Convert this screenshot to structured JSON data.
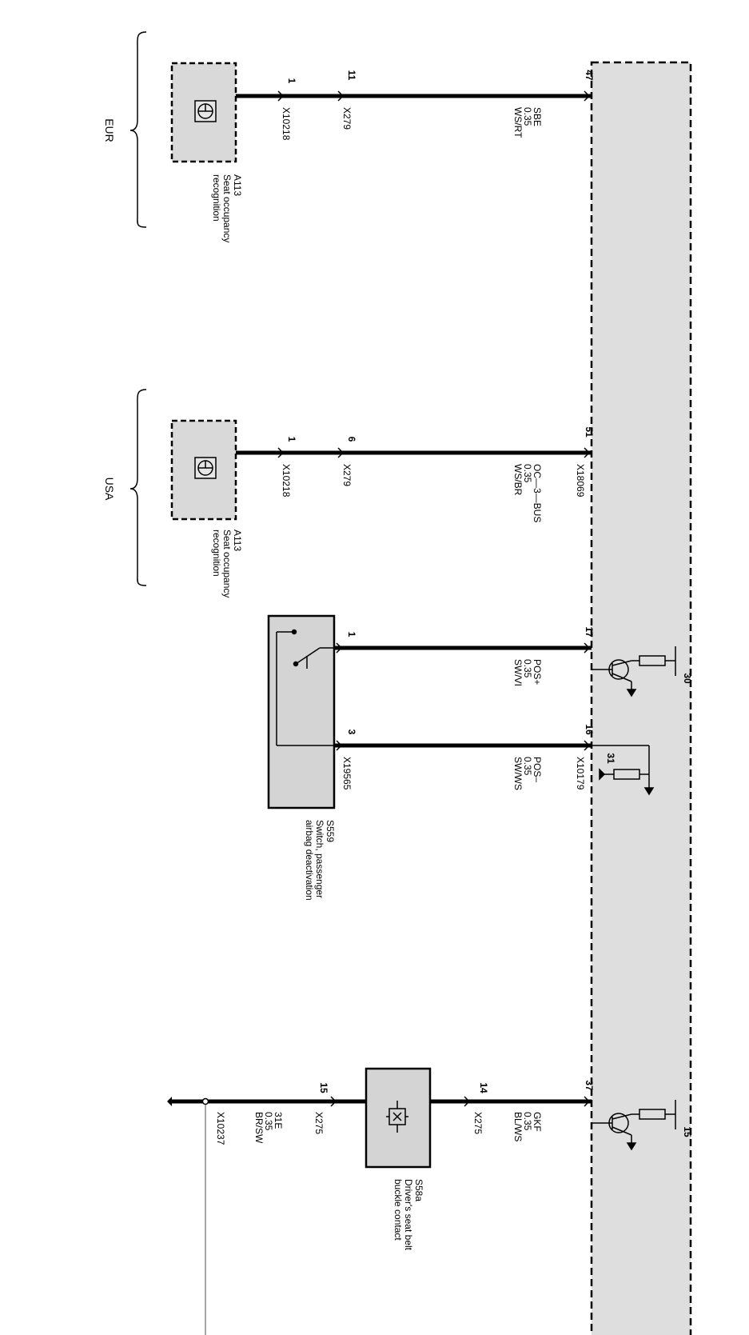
{
  "regions": [
    {
      "id": "eur",
      "label": "EUR"
    },
    {
      "id": "usa",
      "label": "USA"
    }
  ],
  "components": {
    "a113_eur": {
      "code": "A113",
      "desc_line1": "Seat occupancy",
      "desc_line2": "recognition"
    },
    "a113_usa": {
      "code": "A113",
      "desc_line1": "Seat occupancy",
      "desc_line2": "recognition"
    },
    "s559": {
      "code": "S559",
      "desc_line1": "Switch, passenger",
      "desc_line2": "airbag deactivation"
    },
    "s58a": {
      "code": "S58a",
      "desc_line1": "Driver's seat belt",
      "desc_line2": "buckle contact"
    }
  },
  "wires": {
    "w47": {
      "module_pin": "47",
      "signal": "SBE",
      "gauge": "0.35",
      "color": "WS/RT",
      "c1_pin": "11",
      "c1_name": "X279",
      "c2_pin": "1",
      "c2_name": "X10218"
    },
    "w51": {
      "module_pin": "51",
      "connector": "X18069",
      "signal": "OC—3—BUS",
      "gauge": "0.35",
      "color": "WS/BR",
      "c1_pin": "6",
      "c1_name": "X279",
      "c2_pin": "1",
      "c2_name": "X10218"
    },
    "w17": {
      "module_pin": "17",
      "signal": "POS+",
      "gauge": "0.35",
      "color": "SW/VI",
      "comp_pin": "1",
      "supply": "30"
    },
    "w16": {
      "module_pin": "16",
      "connector": "X10179",
      "signal": "POS–",
      "gauge": "0.35",
      "color": "SW/WS",
      "comp_pin": "3",
      "comp_conn": "X19565",
      "supply": "31"
    },
    "w37": {
      "module_pin": "37",
      "signal": "GKF",
      "gauge": "0.35",
      "color": "BL/WS",
      "c1_pin": "14",
      "c1_name": "X275",
      "supply": "15"
    },
    "w31e": {
      "c_pin": "15",
      "c_name": "X275",
      "signal": "31E",
      "gauge": "0.35",
      "color": "BR/SW",
      "ground": "X10237"
    }
  }
}
